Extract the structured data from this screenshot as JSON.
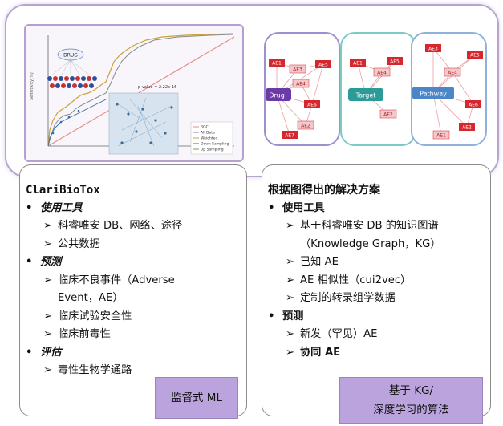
{
  "left_panel": {
    "title": "ClariBioTox",
    "sections": [
      {
        "bullet": "•",
        "heading": "使用工具",
        "items": [
          "科睿唯安 DB、网络、途径",
          "公共数据"
        ]
      },
      {
        "bullet": "•",
        "heading": "预测",
        "items": [
          "临床不良事件（Adverse",
          "Event，AE）",
          "临床试验安全性",
          "临床前毒性"
        ]
      },
      {
        "bullet": "•",
        "heading": "评估",
        "items": [
          "毒性生物学通路"
        ]
      }
    ],
    "label": "监督式 ML",
    "chart": {
      "drug_label": "DRUG",
      "ylabel": "Sensitivity(%)",
      "annotation": "p-value = 2.22e-16",
      "legend": [
        "RGCi",
        "All Data",
        "Weighted",
        "Down Sampling",
        "Up Sampling"
      ]
    }
  },
  "right_panel": {
    "title": "根据图得出的解决方案",
    "sections": [
      {
        "bullet": "•",
        "heading": "使用工具",
        "items": [
          "基于科睿唯安 DB 的知识图谱",
          "（Knowledge Graph，KG）",
          "已知 AE",
          "AE 相似性（cui2vec）",
          "定制的转录组学数据"
        ]
      },
      {
        "bullet": "•",
        "heading": "预测",
        "items": [
          "新发（罕见）AE",
          "协同 AE"
        ]
      }
    ],
    "label_line1": "基于 KG/",
    "label_line2": "深度学习的算法",
    "graphs": [
      {
        "center": "Drug",
        "nodes": [
          "AE1",
          "AE3",
          "AE5",
          "AE4",
          "AE6",
          "AE2",
          "AE7"
        ]
      },
      {
        "center": "Target",
        "nodes": [
          "AE1",
          "AE4",
          "AE5",
          "AE2"
        ]
      },
      {
        "center": "Pathway",
        "nodes": [
          "AE3",
          "AE5",
          "AE4",
          "AE6",
          "AE2",
          "AE1"
        ]
      }
    ]
  },
  "symbols": {
    "arrow": "➢"
  },
  "colors": {
    "frame": "#b8a4cf",
    "label_bg": "#bba4dd",
    "node_red": "#d6262e",
    "drug": "#6a3aa5",
    "target": "#2c9a96",
    "pathway": "#4b86c8"
  }
}
